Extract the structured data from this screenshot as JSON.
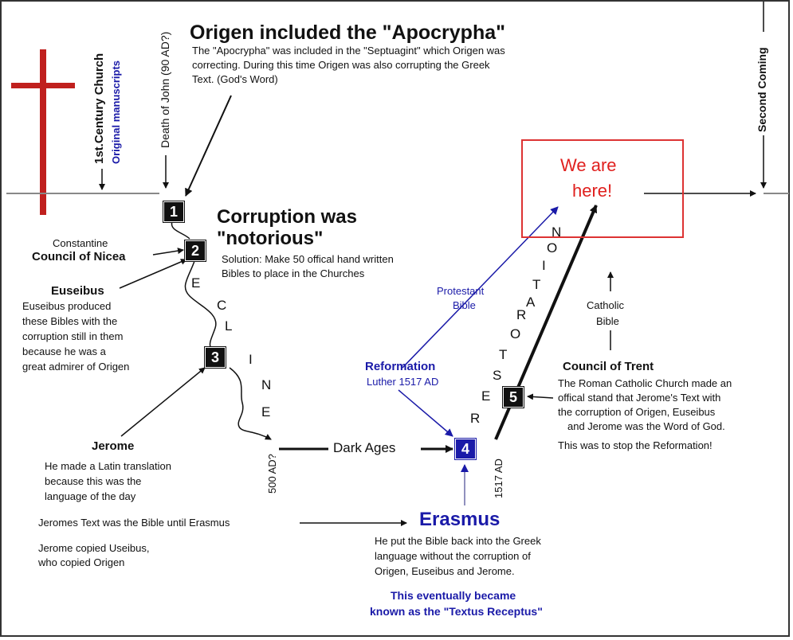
{
  "top_note": {
    "title": "Origen included the \"Apocrypha\"",
    "text": [
      "The \"Apocrypha\" was included in the \"Septuagint\" which Origen was",
      "correcting. During this time Origen was also corrupting the Greek",
      "Text. (God's Word)"
    ]
  },
  "timeline_labels": {
    "first_century": "1st.Century Church",
    "original_manuscripts": "Original manuscripts",
    "death_of_john": "Death of John (90 AD?)",
    "second_coming": "Second Coming",
    "ad500": "500 AD?",
    "ad1517": "1517 AD",
    "dark_ages": "Dark Ages"
  },
  "markers": [
    "1",
    "2",
    "3",
    "4",
    "5"
  ],
  "corruption": {
    "title1": "Corruption was",
    "title2": "\"notorious\"",
    "solution": [
      "Solution: Make 50 offical hand written",
      "Bibles to place in the Churches"
    ]
  },
  "constantine": {
    "line1": "Constantine",
    "line2": "Council of Nicea"
  },
  "eusebius": {
    "name": "Euseibus",
    "text": [
      "Euseibus produced",
      "these Bibles with the",
      "corruption still in them",
      "because he was a",
      "great admirer of Origen"
    ]
  },
  "jerome": {
    "name": "Jerome",
    "text": [
      "He made a Latin translation",
      "because this was the",
      "language of the day"
    ],
    "note1": "Jeromes Text was the Bible until Erasmus",
    "note2": [
      "Jerome copied Useibus,",
      "who copied Origen"
    ]
  },
  "decline_letters": [
    "E",
    "C",
    "L",
    "I",
    "N",
    "E"
  ],
  "restoration_letters": [
    "R",
    "E",
    "S",
    "T",
    "O",
    "R",
    "A",
    "T",
    "I",
    "O",
    "N"
  ],
  "reformation": {
    "title": "Reformation",
    "sub": "Luther 1517 AD"
  },
  "protestant": {
    "line1": "Protestant",
    "line2": "Bible"
  },
  "catholic": {
    "line1": "Catholic",
    "line2": "Bible"
  },
  "trent": {
    "title": "Council of Trent",
    "text": [
      "The Roman Catholic Church made an",
      "offical stand that Jerome's Text with",
      "the corruption of Origen, Euseibus",
      "and Jerome was the Word of God."
    ],
    "note": "This was to stop the Reformation!"
  },
  "we_are_here": {
    "line1": "We are",
    "line2": "here!"
  },
  "erasmus": {
    "name": "Erasmus",
    "text": [
      "He put the Bible back into the Greek",
      "language without the corruption of",
      "Origen, Euseibus and Jerome."
    ],
    "footer1": "This eventually became",
    "footer2": "known as the \"Textus Receptus\""
  },
  "colors": {
    "cross": "#c0201e",
    "blue": "#1a1aa8",
    "red_box": "#d33",
    "we_are_here": "#e0201e"
  }
}
